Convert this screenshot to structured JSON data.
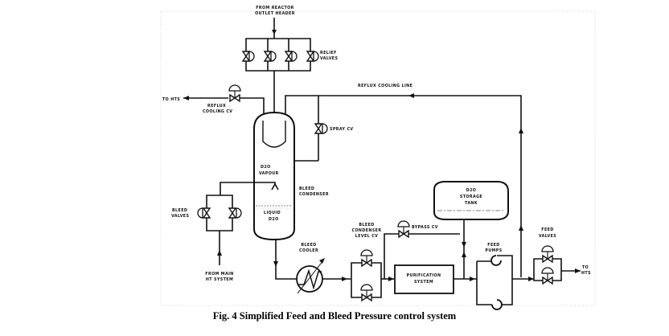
{
  "figure": {
    "caption": "Fig. 4 Simplified Feed and Bleed Pressure control system"
  },
  "labels": {
    "from_reactor_1": "FROM REACTOR",
    "from_reactor_2": "OUTLET HEADER",
    "relief_valves_1": "RELIEF",
    "relief_valves_2": "VALVES",
    "to_hts_left": "TO HTS",
    "reflux_cooling_cv_1": "REFLUX",
    "reflux_cooling_cv_2": "COOLING CV",
    "reflux_cooling_line": "REFLUX COOLING LINE",
    "spray_cv": "SPRAY CV",
    "d2o_vapour_1": "D2O",
    "d2o_vapour_2": "VAPOUR",
    "bleed_condenser_1": "BLEED",
    "bleed_condenser_2": "CONDENSER",
    "liquid_1": "LIQUID",
    "liquid_2": "D2O",
    "bleed_valves_1": "BLEED",
    "bleed_valves_2": "VALVES",
    "from_main_1": "FROM MAIN",
    "from_main_2": "HT SYSTEM",
    "bleed_cooler_1": "BLEED",
    "bleed_cooler_2": "COOLER",
    "level_cv_1": "BLEED",
    "level_cv_2": "CONDENSER",
    "level_cv_3": "LEVEL CV",
    "bypass_cv": "BYPASS CV",
    "storage_tank_1": "D2O",
    "storage_tank_2": "STORAGE",
    "storage_tank_3": "TANK",
    "purification_1": "PURIFICATION",
    "purification_2": "SYSTEM",
    "feed_pumps_1": "FEED",
    "feed_pumps_2": "PUMPS",
    "feed_valves_1": "FEED",
    "feed_valves_2": "VALVES",
    "to_hts_right_1": "TO",
    "to_hts_right_2": "HTS"
  }
}
